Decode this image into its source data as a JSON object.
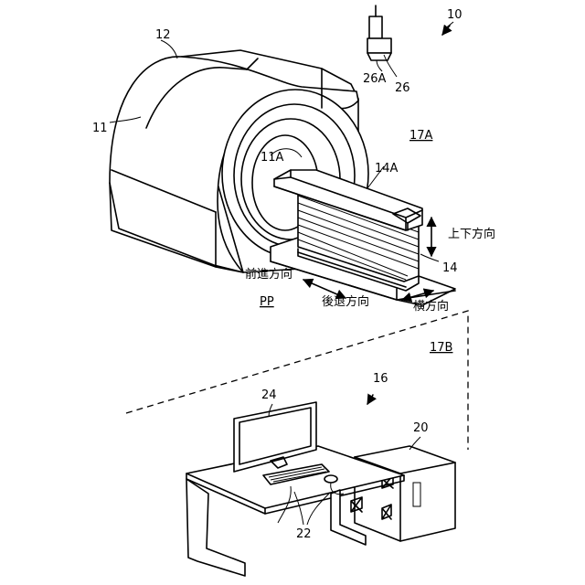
{
  "figure": {
    "ref_system": "10",
    "ref_gantry": "12",
    "ref_gantry_housing": "11",
    "ref_bore": "11A",
    "ref_camera_unit": "26",
    "ref_camera": "26A",
    "ref_scan_room": "17A",
    "ref_control_room": "17B",
    "ref_couch": "14",
    "ref_tabletop": "14A",
    "ref_console": "16",
    "ref_monitor": "24",
    "ref_computer": "20",
    "ref_input_devices": "22",
    "ref_plane": "PP",
    "dir_vertical": "上下方向",
    "dir_forward": "前進方向",
    "dir_backward": "後退方向",
    "dir_lateral": "横方向"
  }
}
